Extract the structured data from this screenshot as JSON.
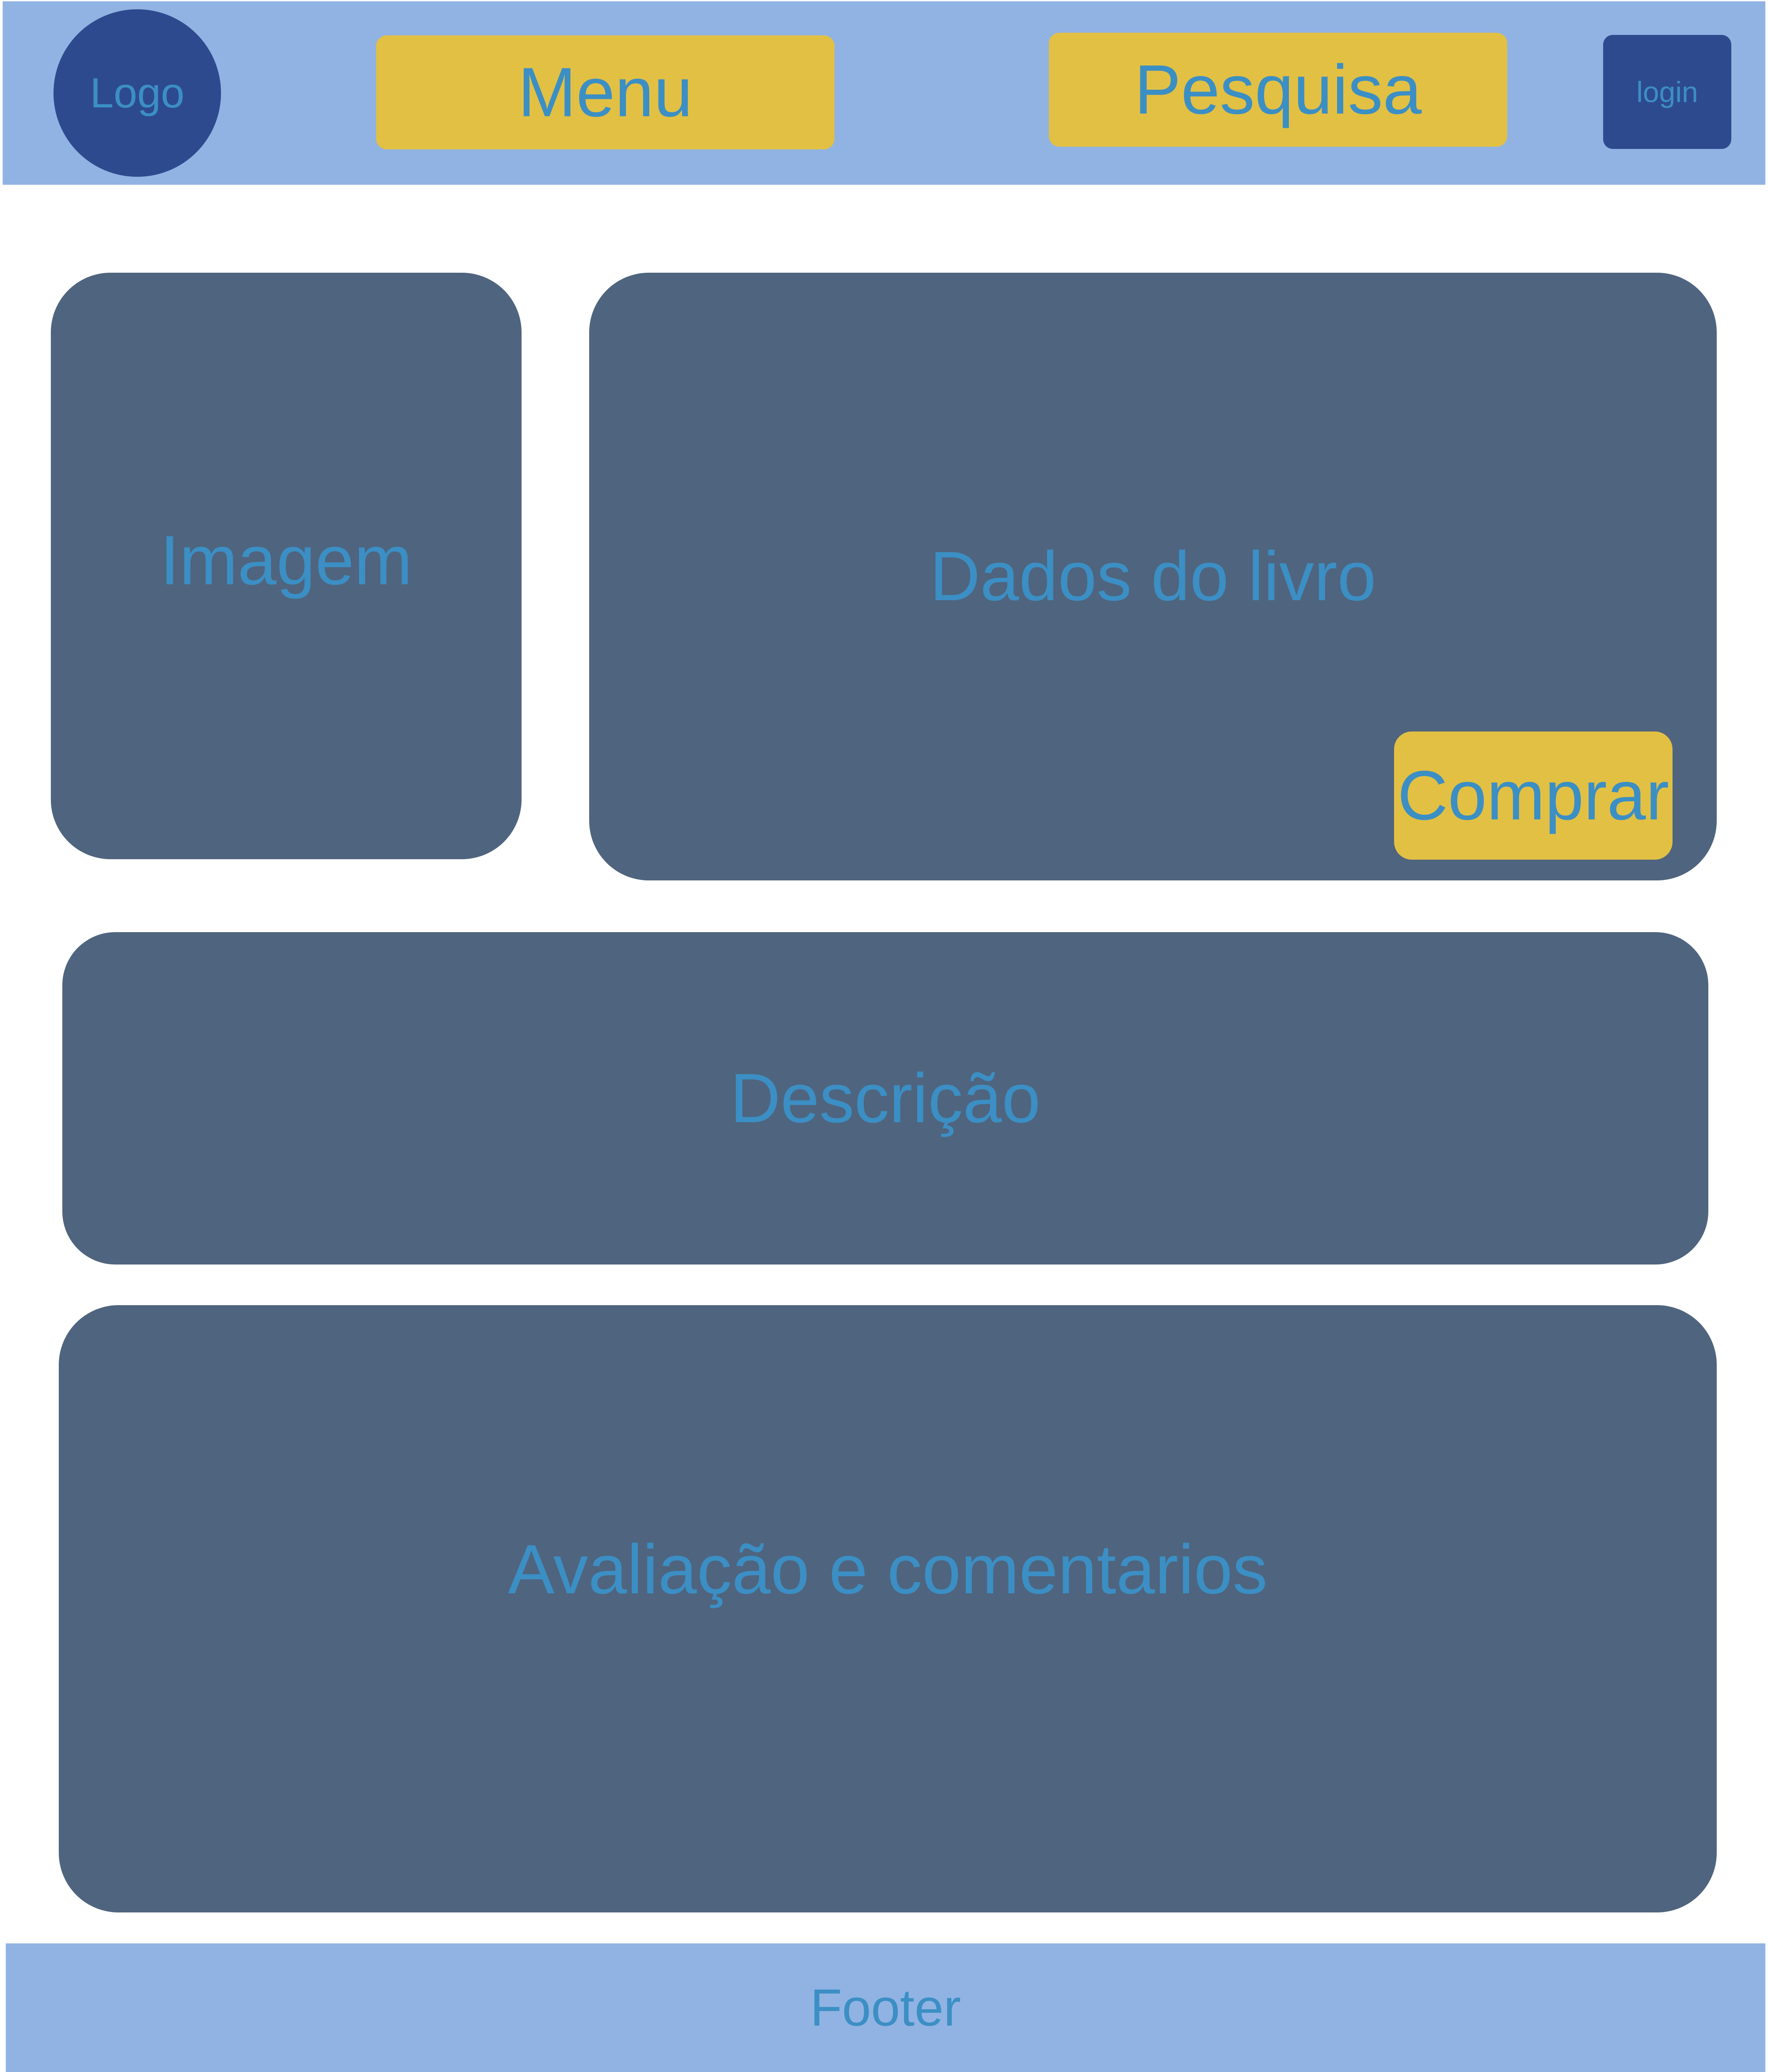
{
  "header": {
    "logo_label": "Logo",
    "menu_label": "Menu",
    "search_label": "Pesquisa",
    "login_label": "login"
  },
  "book": {
    "image_label": "Imagem",
    "data_label": "Dados do livro",
    "buy_label": "Comprar"
  },
  "description": {
    "label": "Descrição"
  },
  "reviews": {
    "label": "Avaliação e comentarios"
  },
  "footer": {
    "label": "Footer"
  },
  "colors": {
    "header_bg": "#90b3e3",
    "logo_bg": "#2e4a8e",
    "button_bg": "#e2c044",
    "panel_bg": "#4f647e",
    "text": "#3b8fc4"
  }
}
